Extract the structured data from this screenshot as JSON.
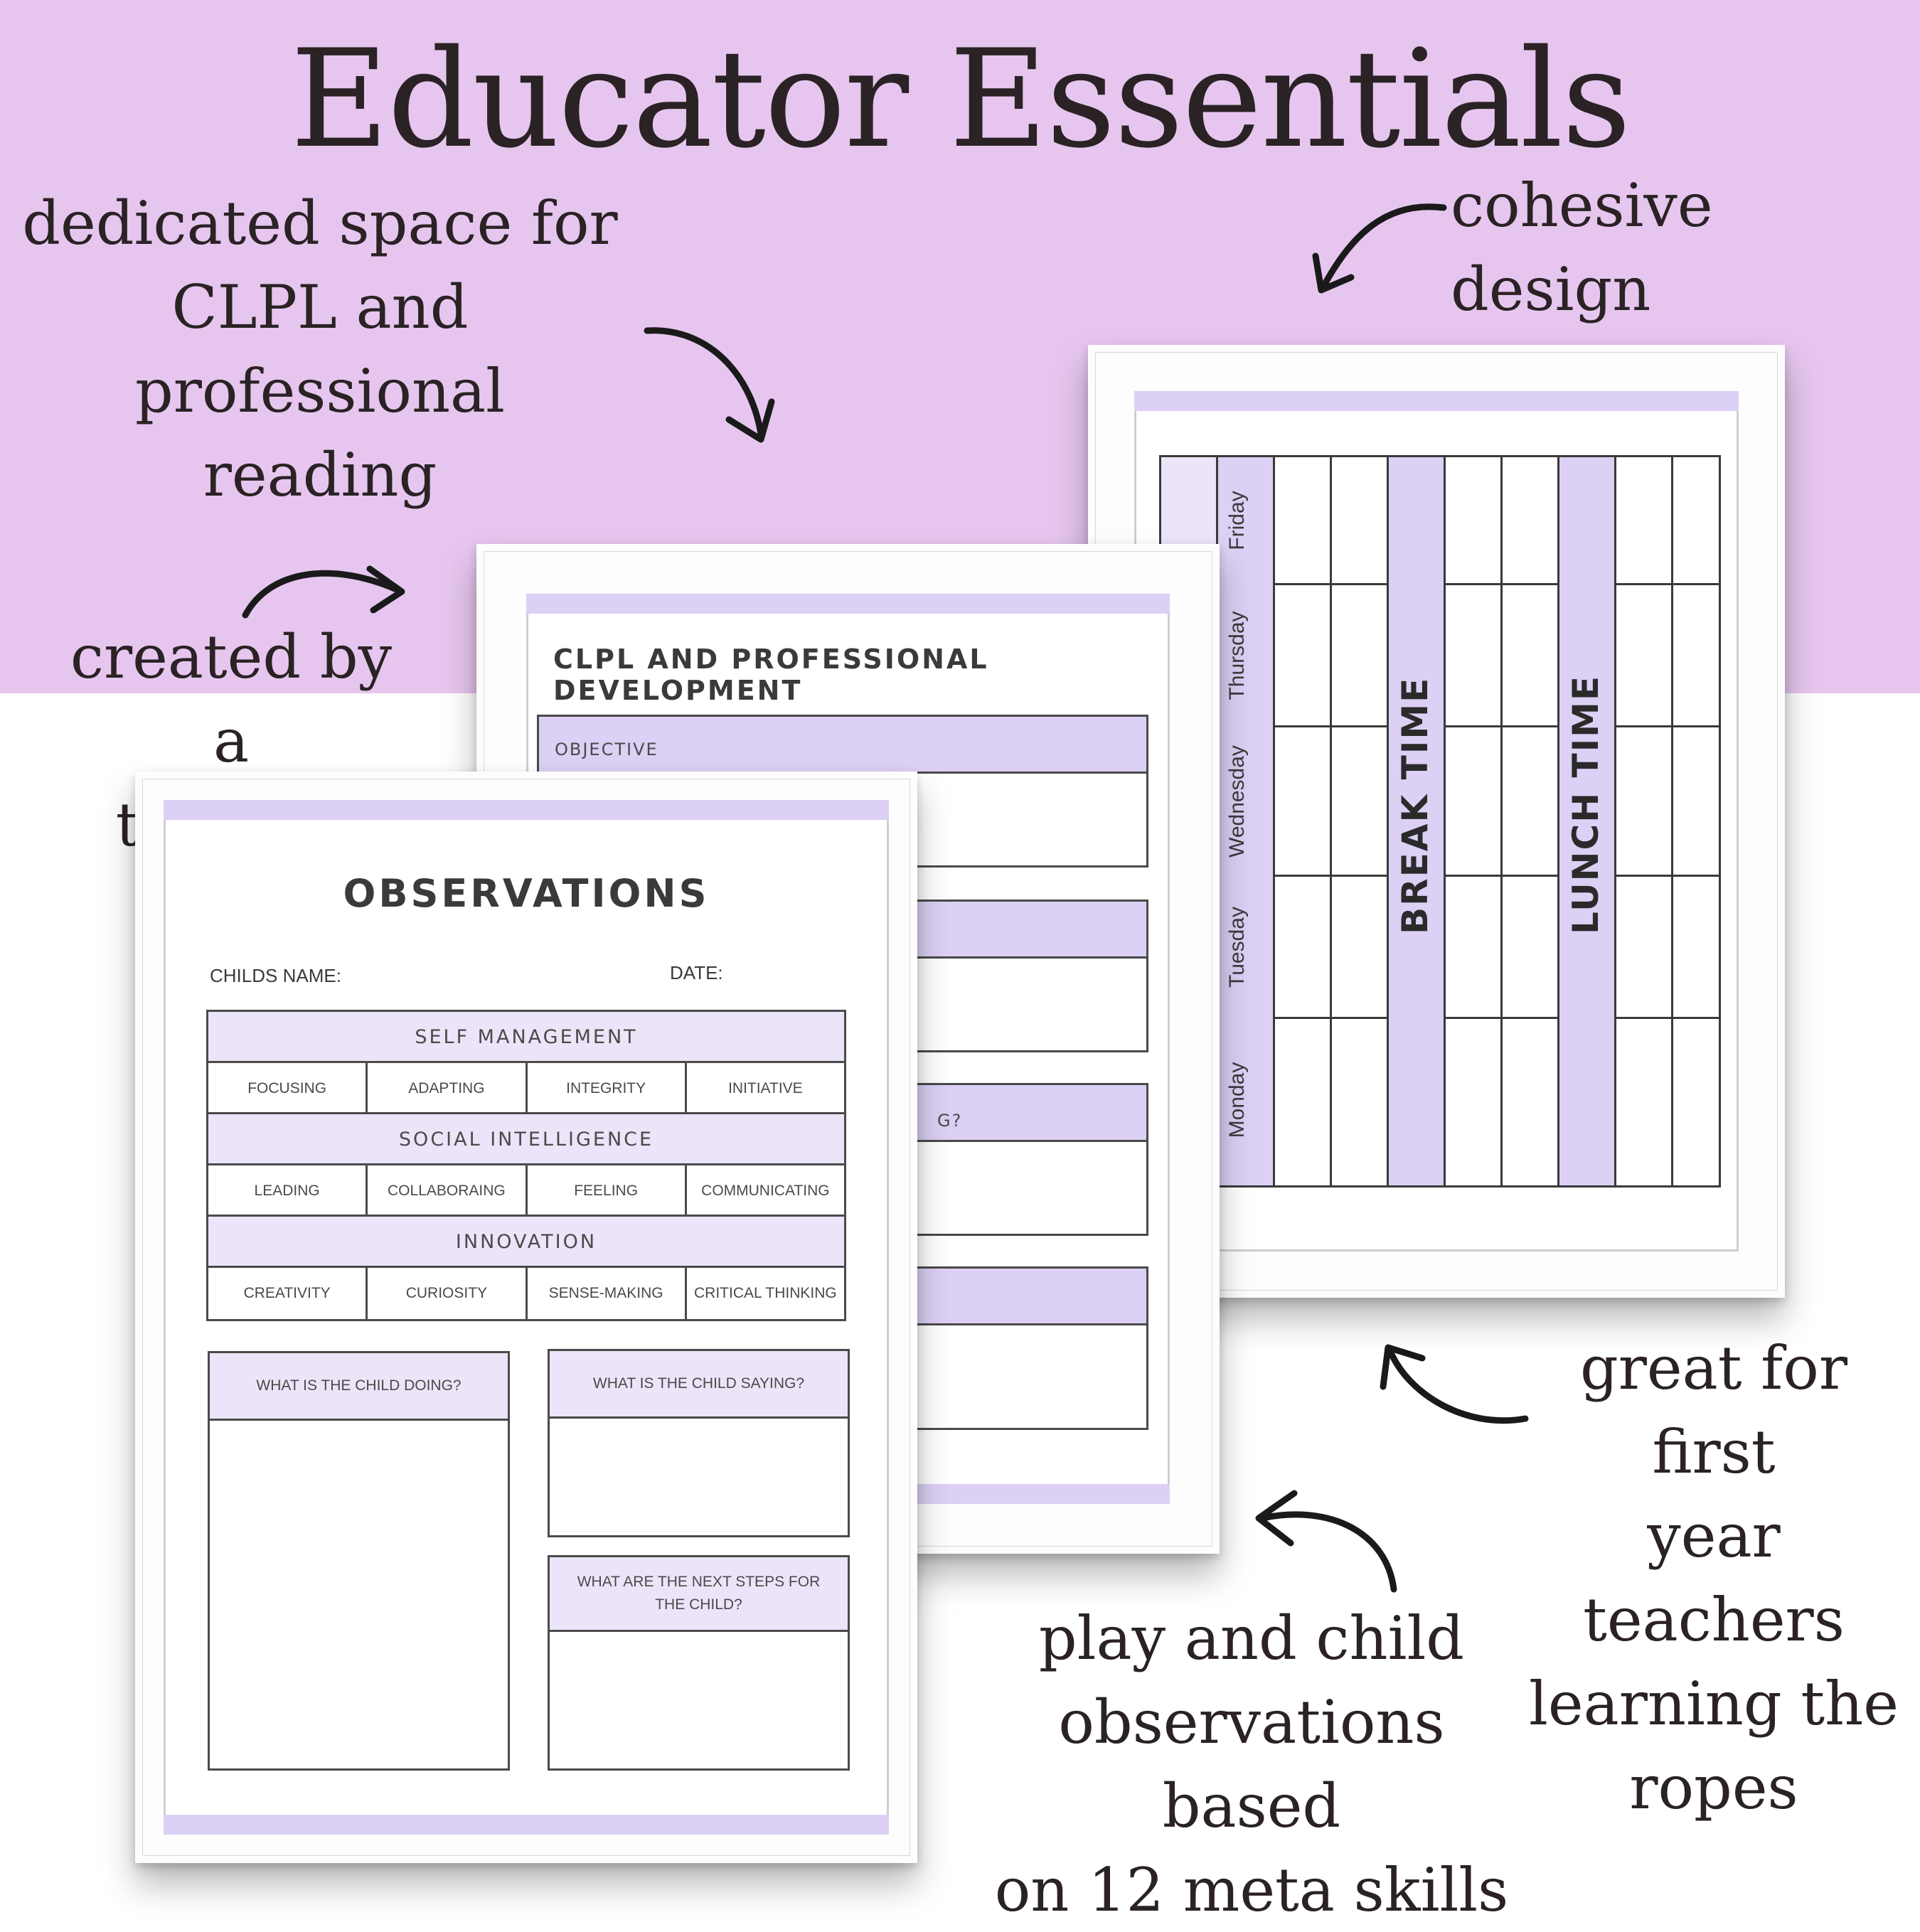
{
  "title": "Educator Essentials",
  "captions": {
    "clpl": [
      "dedicated space for",
      "CLPL and professional",
      "reading"
    ],
    "cohesive": "cohesive design",
    "teacher": [
      "created by a",
      "teacher"
    ],
    "first_year": [
      "great for first",
      "year teachers",
      "learning the",
      "ropes"
    ],
    "observations": [
      "play and child",
      "observations based",
      "on 12 meta skills"
    ]
  },
  "timetable": {
    "days": [
      "Friday",
      "Thursday",
      "Wednesday",
      "Tuesday",
      "Monday"
    ],
    "break_label": "BREAK TIME",
    "lunch_label": "LUNCH TIME"
  },
  "clpl": {
    "title": "CLPL AND PROFESSIONAL DEVELOPMENT",
    "sections": [
      "OBJECTIVE",
      "",
      "G?",
      ""
    ]
  },
  "observations": {
    "title": "OBSERVATIONS",
    "childs_name_label": "CHILDS NAME:",
    "date_label": "DATE:",
    "skill_groups": [
      {
        "name": "SELF MANAGEMENT",
        "skills": [
          "FOCUSING",
          "ADAPTING",
          "INTEGRITY",
          "INITIATIVE"
        ]
      },
      {
        "name": "SOCIAL INTELLIGENCE",
        "skills": [
          "LEADING",
          "COLLABORAING",
          "FEELING",
          "COMMUNICATING"
        ]
      },
      {
        "name": "INNOVATION",
        "skills": [
          "CREATIVITY",
          "CURIOSITY",
          "SENSE-MAKING",
          "CRITICAL THINKING"
        ]
      }
    ],
    "doing_label": "WHAT IS THE CHILD DOING?",
    "saying_label": "WHAT IS THE CHILD SAYING?",
    "next_steps_label": "WHAT ARE THE NEXT STEPS FOR THE CHILD?"
  },
  "colors": {
    "band": "#e6c6ee",
    "accent": "#dcd0f5",
    "accent_light": "#ece4f8",
    "text": "#2a2224"
  }
}
